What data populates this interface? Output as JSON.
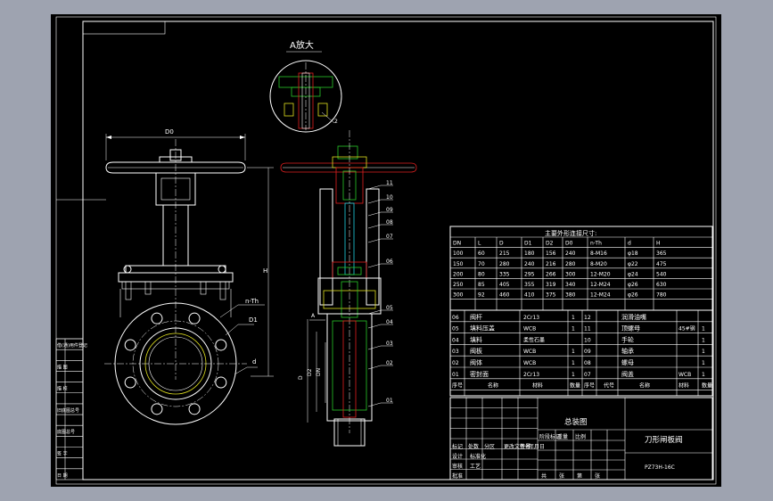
{
  "detail_title": "A放大",
  "detail_mark": "2",
  "section_mark": "A",
  "dims": {
    "d0": "D0",
    "h": "H",
    "nth": "n-Th",
    "d1": "D1",
    "d": "d",
    "D": "D",
    "D2": "D2",
    "DN": "DN"
  },
  "parts": [
    "11",
    "10",
    "09",
    "08",
    "07",
    "06",
    "05",
    "04",
    "03",
    "02",
    "01"
  ],
  "table": {
    "title": "主要外形连接尺寸:",
    "headers": [
      "DN",
      "L",
      "D",
      "D1",
      "D2",
      "D0",
      "n-Th",
      "d",
      "H"
    ],
    "rows": [
      [
        "100",
        "60",
        "215",
        "180",
        "156",
        "240",
        "8-M16",
        "φ18",
        "365"
      ],
      [
        "150",
        "70",
        "280",
        "240",
        "216",
        "280",
        "8-M20",
        "φ22",
        "475"
      ],
      [
        "200",
        "80",
        "335",
        "295",
        "266",
        "300",
        "12-M20",
        "φ24",
        "540"
      ],
      [
        "250",
        "85",
        "405",
        "355",
        "319",
        "340",
        "12-M24",
        "φ26",
        "630"
      ],
      [
        "300",
        "92",
        "460",
        "410",
        "375",
        "380",
        "12-M24",
        "φ26",
        "780"
      ]
    ]
  },
  "bom": {
    "left": [
      [
        "06",
        "阀杆",
        "2Cr13",
        "1"
      ],
      [
        "05",
        "填料压盖",
        "WCB",
        "1"
      ],
      [
        "04",
        "填料",
        "柔性石墨",
        ""
      ],
      [
        "03",
        "阀板",
        "WCB",
        "1"
      ],
      [
        "02",
        "阀体",
        "WCB",
        "1"
      ],
      [
        "01",
        "密封面",
        "2Cr13",
        "1"
      ]
    ],
    "right": [
      [
        "12",
        "润滑油嘴",
        "",
        ""
      ],
      [
        "11",
        "顶螺母",
        "45#钢",
        "1"
      ],
      [
        "10",
        "手轮",
        "",
        "1"
      ],
      [
        "09",
        "轴承",
        "",
        "1"
      ],
      [
        "08",
        "螺母",
        "",
        "1"
      ],
      [
        "07",
        "阀盖",
        "WCB",
        "1"
      ]
    ],
    "header_left": [
      "序号",
      "名称",
      "材料",
      "数量"
    ],
    "header_right": [
      "序号",
      "代号",
      "名称",
      "材料",
      "数量"
    ]
  },
  "title_block": {
    "drawing_name": "总装图",
    "product_name": "刀形闸板阀",
    "model": "PZ73H-16C",
    "labels": [
      "标记",
      "处数",
      "分区",
      "更改文件号",
      "签名",
      "年月日",
      "设计",
      "标准化",
      "阶段标记",
      "重量",
      "比例",
      "审核",
      "工艺",
      "批准",
      "共",
      "张",
      "第",
      "张"
    ]
  },
  "left_strip": [
    "借(通)用件登记",
    "",
    "描 图",
    "",
    "描 校",
    "",
    "旧底图总号",
    "",
    "底图总号",
    "",
    "签 字",
    "",
    "日 期"
  ]
}
